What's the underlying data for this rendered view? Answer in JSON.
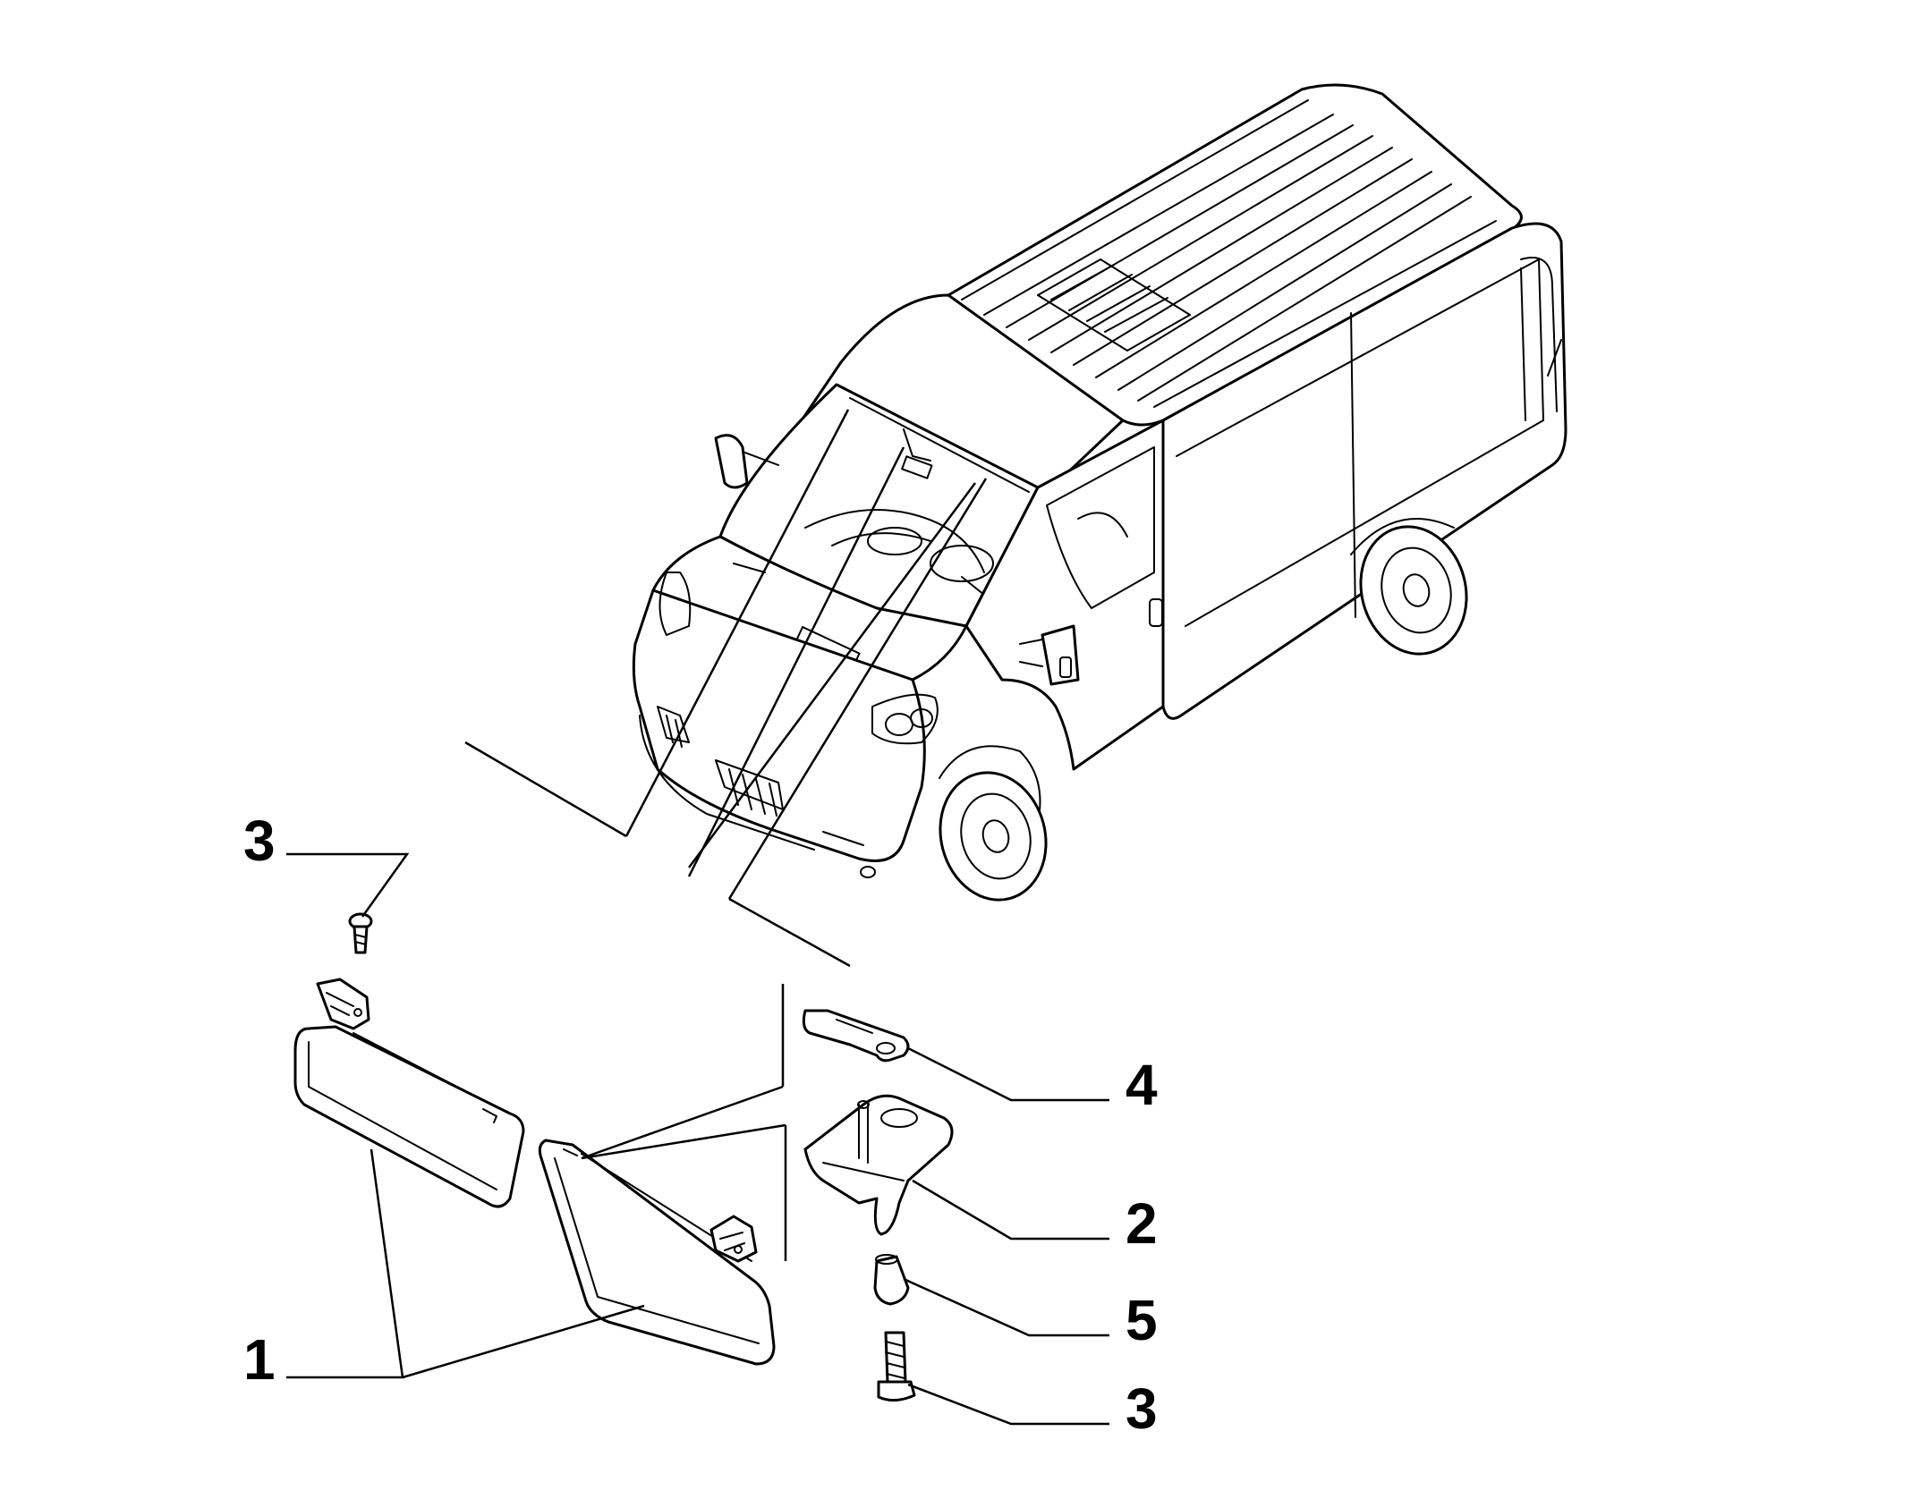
{
  "callouts": [
    {
      "id": "visor-left-right",
      "number": "1"
    },
    {
      "id": "support-bracket",
      "number": "2"
    },
    {
      "id": "screw-upper",
      "number": "3"
    },
    {
      "id": "screw-lower",
      "number": "3"
    },
    {
      "id": "clip",
      "number": "4"
    },
    {
      "id": "nut",
      "number": "5"
    }
  ]
}
